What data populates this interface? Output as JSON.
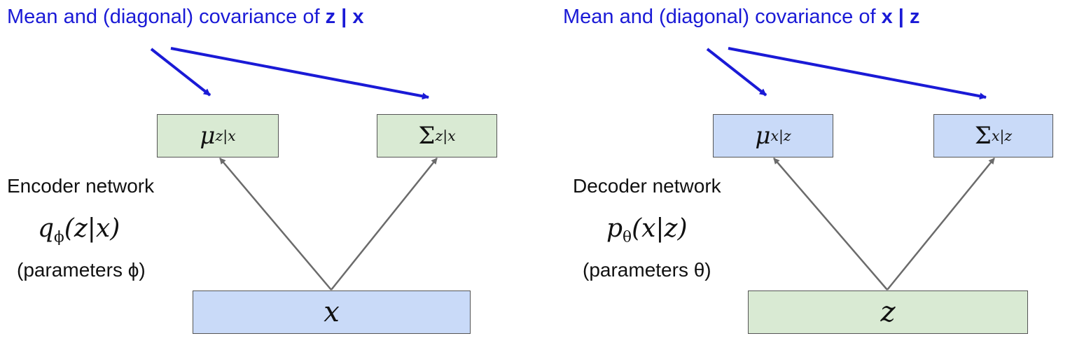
{
  "colors": {
    "caption": "#1a1ad6",
    "arrow_blue": "#1a1ad6",
    "arrow_gray": "#6b6b6b",
    "box_green": "#d9ead3",
    "box_blue": "#c9daf8",
    "border": "#555555"
  },
  "encoder": {
    "caption_prefix": "Mean and (diagonal) covariance of ",
    "caption_vars": "z | x",
    "network_label": "Encoder network",
    "dist_symbol": "q",
    "dist_sub": "ϕ",
    "dist_args": "(z|x)",
    "params_label": "(parameters ϕ)",
    "mean_symbol": "μ",
    "mean_sub": "z|x",
    "cov_symbol": "Σ",
    "cov_sub": "z|x",
    "input_symbol": "x"
  },
  "decoder": {
    "caption_prefix": "Mean and (diagonal) covariance of ",
    "caption_vars": "x | z",
    "network_label": "Decoder network",
    "dist_symbol": "p",
    "dist_sub": "θ",
    "dist_args": "(x|z)",
    "params_label": "(parameters θ)",
    "mean_symbol": "μ",
    "mean_sub": "x|z",
    "cov_symbol": "Σ",
    "cov_sub": "x|z",
    "input_symbol": "z"
  }
}
